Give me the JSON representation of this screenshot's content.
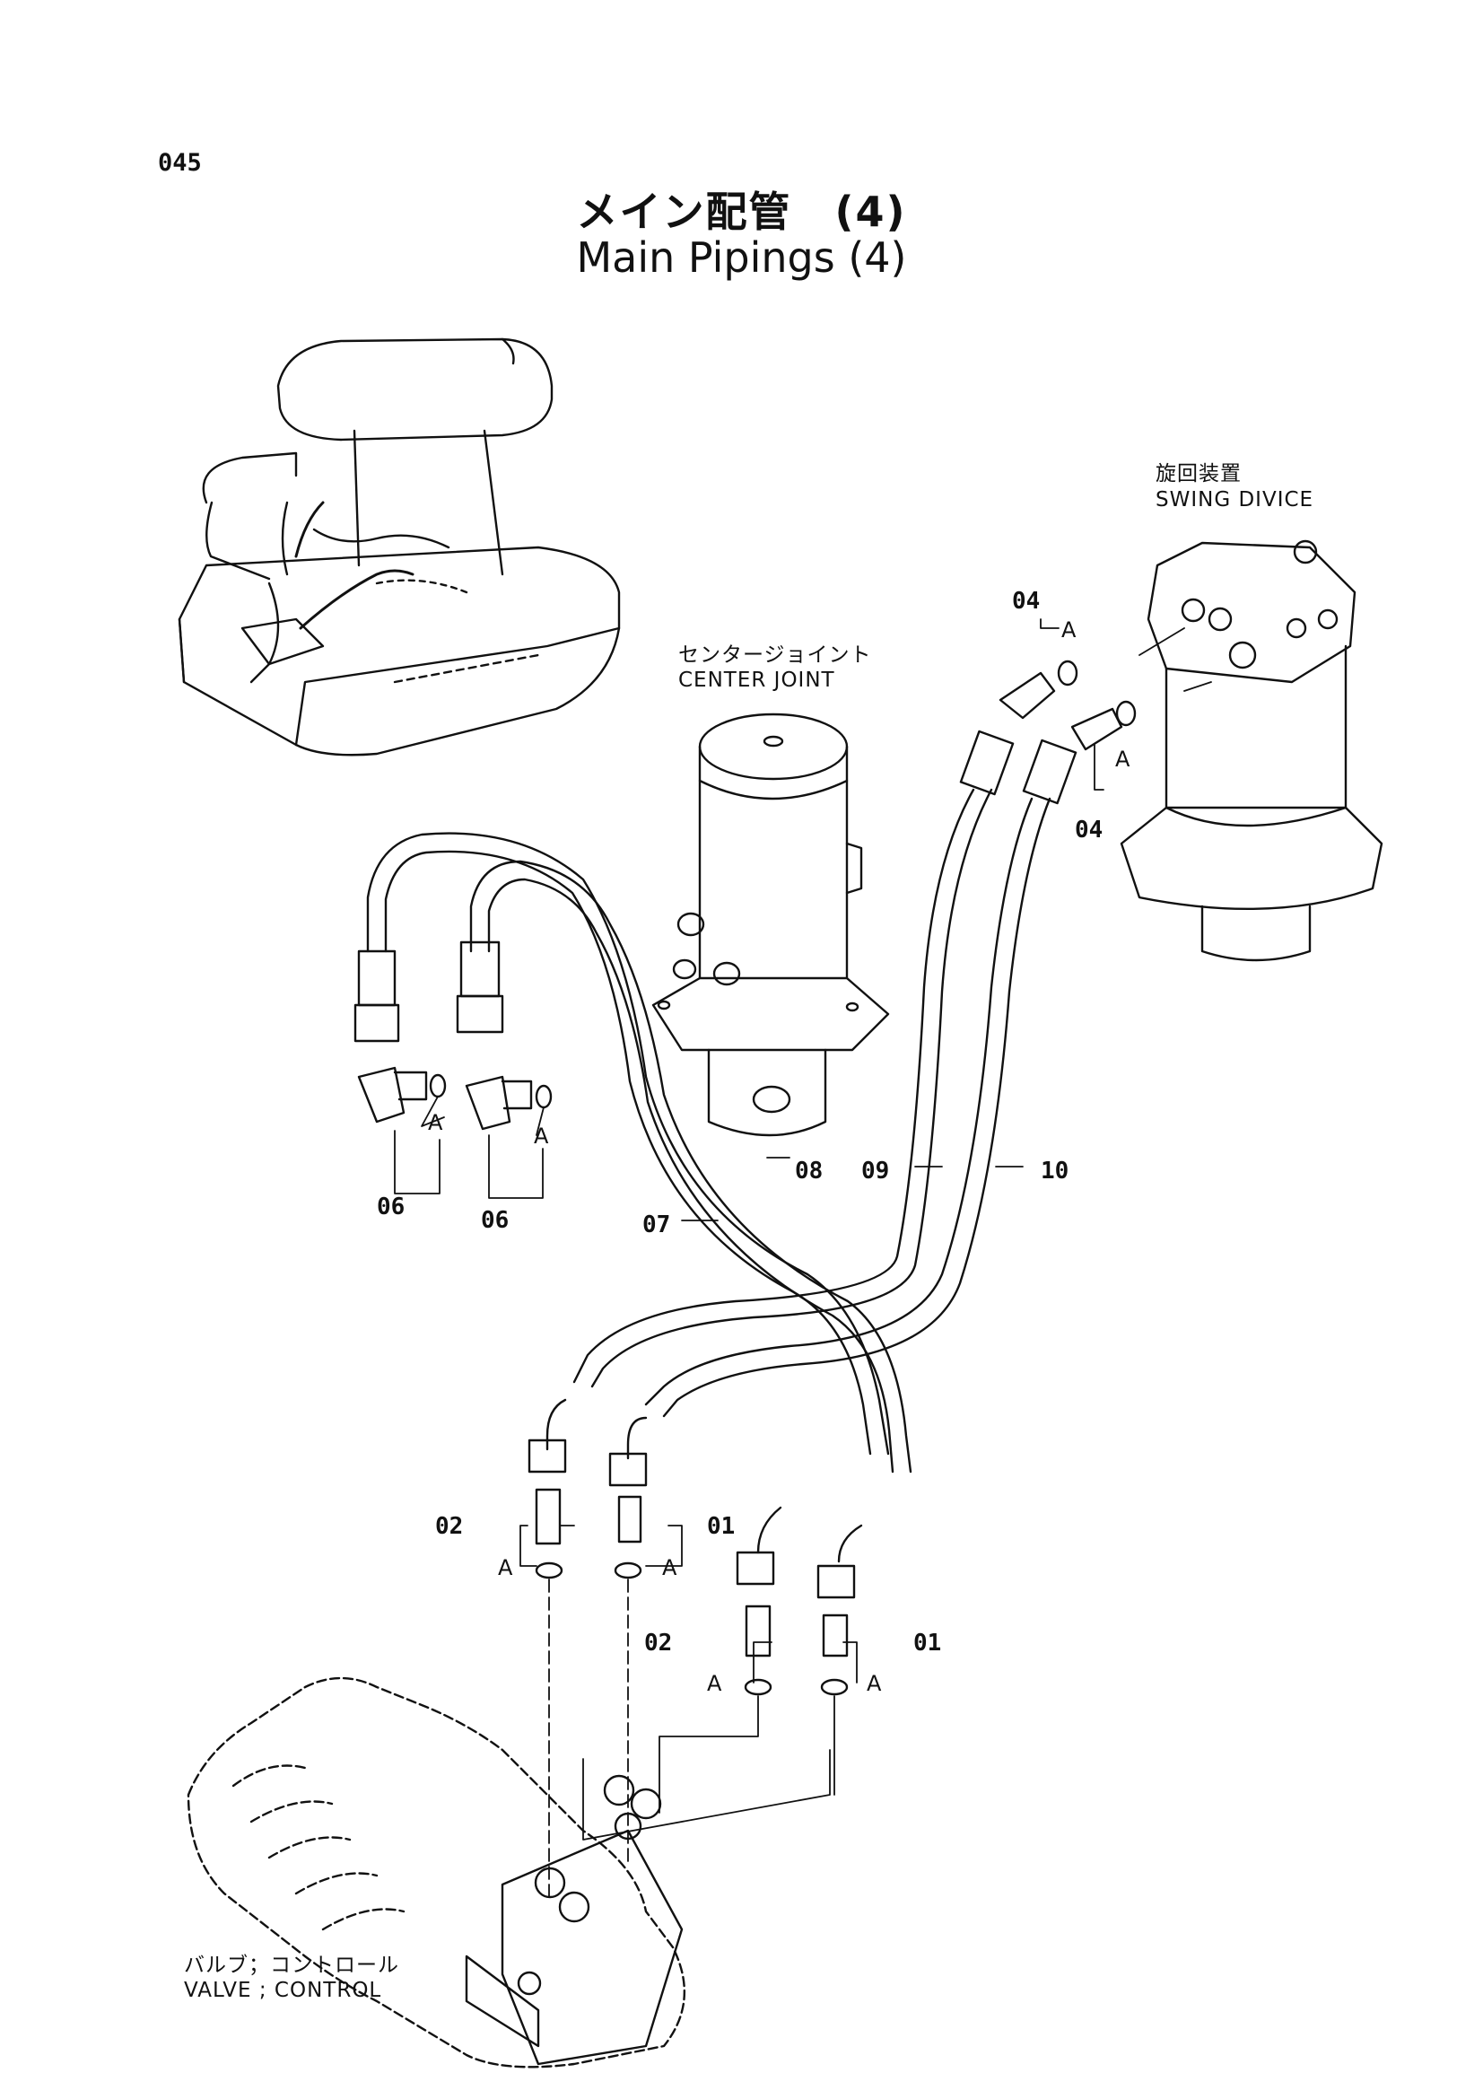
{
  "page_number": "045",
  "title_jp": "メイン配管　(4)",
  "title_en": "Main Pipings (4)",
  "components": {
    "swing_jp": "旋回装置",
    "swing_en": "SWING  DIVICE",
    "center_jp": "センタージョイント",
    "center_en": "CENTER  JOINT",
    "valve_jp": "バルブ；コントロール",
    "valve_en": "VALVE ; CONTROL"
  },
  "callouts": {
    "p01": "01",
    "p02": "02",
    "p04": "04",
    "p06": "06",
    "p07": "07",
    "p08": "08",
    "p09": "09",
    "p10": "10",
    "seal": "A"
  }
}
